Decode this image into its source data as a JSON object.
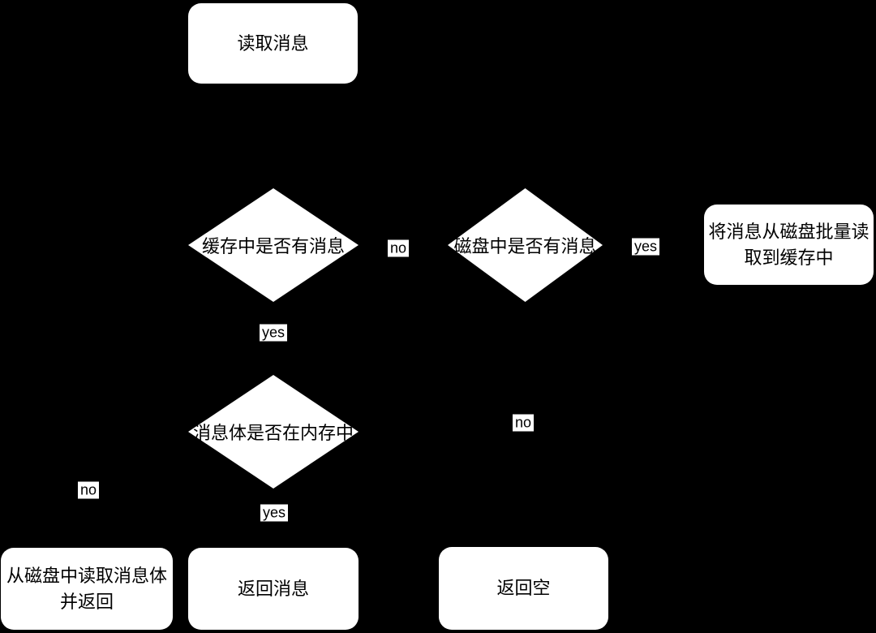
{
  "diagram": {
    "background_color": "#000000",
    "node_fill_color": "#ffffff",
    "node_text_color": "#000000",
    "nodes": {
      "read_message": {
        "shape": "rounded-rectangle",
        "label": "读取消息"
      },
      "cache_has_message": {
        "shape": "decision-diamond",
        "label": "缓存中是否有消息"
      },
      "disk_has_message": {
        "shape": "decision-diamond",
        "label": "磁盘中是否有消息"
      },
      "batch_read_to_cache": {
        "shape": "rounded-rectangle",
        "label": "将消息从磁盘批量读\n取到缓存中"
      },
      "body_in_memory": {
        "shape": "decision-diamond",
        "label": "消息体是否在内存中"
      },
      "read_body_from_disk": {
        "shape": "rounded-rectangle",
        "label": "从磁盘中读取消息体\n并返回"
      },
      "return_message": {
        "shape": "rounded-rectangle",
        "label": "返回消息"
      },
      "return_empty": {
        "shape": "rounded-rectangle",
        "label": "返回空"
      }
    },
    "edge_labels": {
      "cache_no": "no",
      "cache_yes": "yes",
      "disk_yes": "yes",
      "disk_no": "no",
      "memory_no": "no",
      "memory_yes": "yes"
    }
  }
}
